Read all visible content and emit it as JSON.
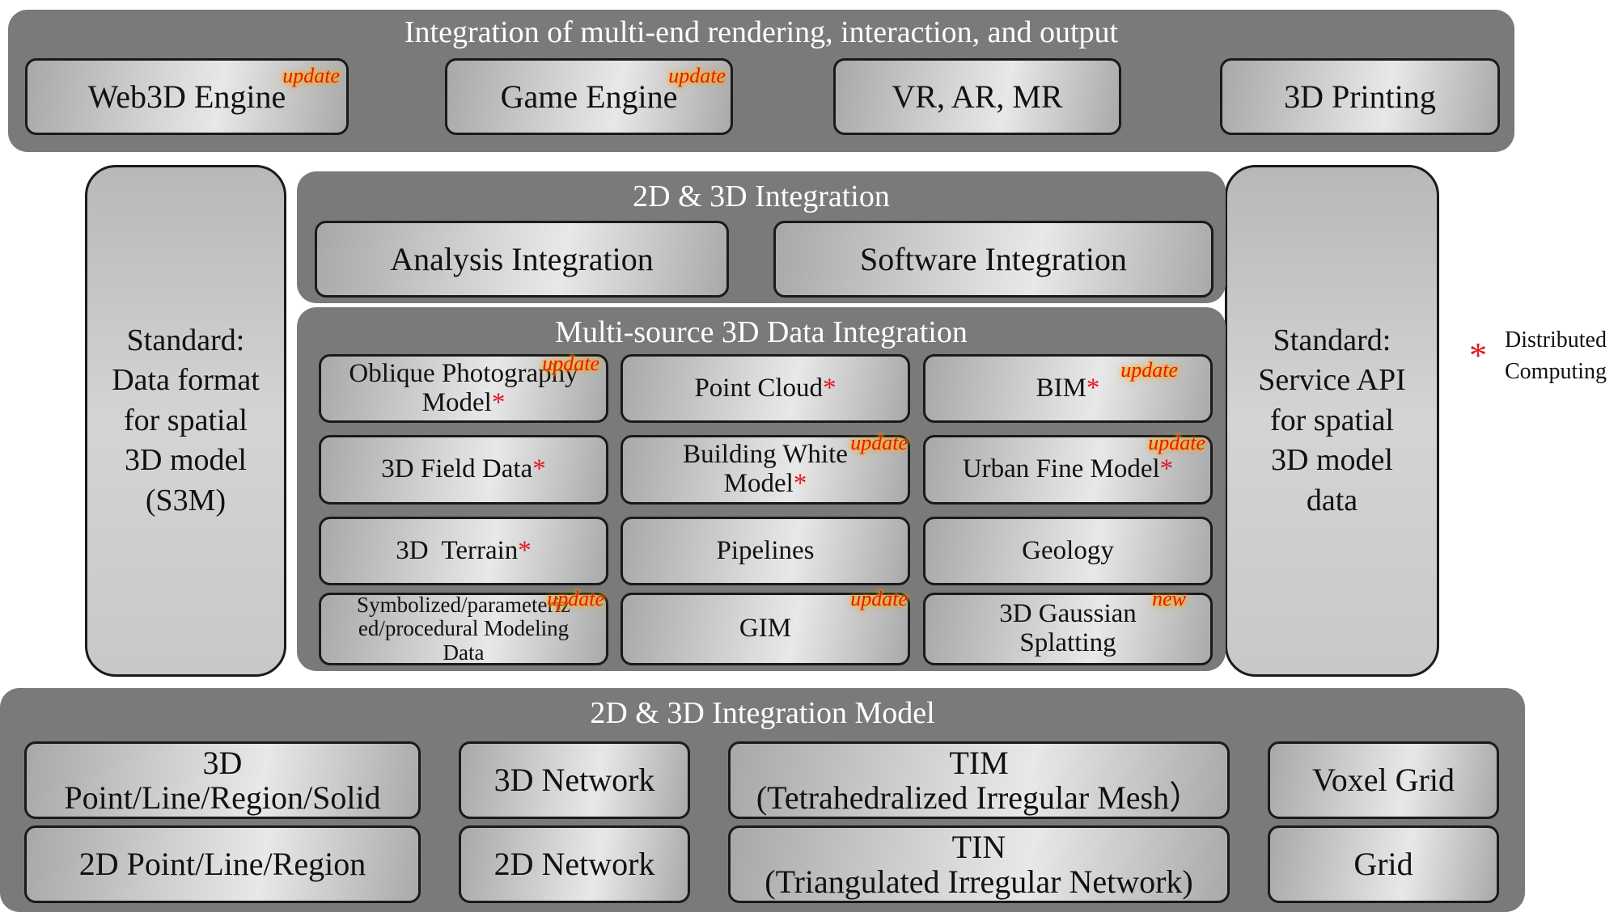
{
  "top": {
    "title": "Integration of multi-end rendering, interaction, and output",
    "boxes": [
      {
        "label": "Web3D Engine",
        "tag": "update"
      },
      {
        "label": "Game Engine",
        "tag": "update"
      },
      {
        "label": "VR, AR, MR"
      },
      {
        "label": "3D Printing"
      }
    ]
  },
  "left_pillar": {
    "label": "Standard:\nData format\nfor spatial\n3D model\n(S3M)"
  },
  "right_pillar": {
    "label": "Standard:\nService API\nfor spatial\n3D model\ndata"
  },
  "integration_2d3d": {
    "title": "2D & 3D Integration",
    "boxes": [
      {
        "label": "Analysis Integration"
      },
      {
        "label": "Software Integration"
      }
    ]
  },
  "multisource": {
    "title": "Multi-source 3D Data Integration",
    "cells": [
      {
        "label": "Oblique Photography\nModel",
        "star": "*",
        "tag": "update"
      },
      {
        "label": "Point Cloud",
        "star": "*"
      },
      {
        "label": "BIM",
        "star": "*",
        "tag": "update"
      },
      {
        "label": "3D Field Data",
        "star": "*"
      },
      {
        "label": "Building White\nModel",
        "star": "*",
        "tag": "update"
      },
      {
        "label": "Urban Fine Model",
        "star": "*",
        "tag": "update"
      },
      {
        "label": "3D  Terrain",
        "star": "*"
      },
      {
        "label": "Pipelines"
      },
      {
        "label": "Geology"
      },
      {
        "label": "Symbolized/parameteriz\ned/procedural Modeling\nData",
        "tag": "update"
      },
      {
        "label": "GIM",
        "tag": "update"
      },
      {
        "label": "3D Gaussian\nSplatting",
        "tag": "new"
      }
    ]
  },
  "model": {
    "title": "2D & 3D Integration Model",
    "boxes": [
      {
        "label": "3D\nPoint/Line/Region/Solid"
      },
      {
        "label": "3D Network"
      },
      {
        "label": "TIM\n(Tetrahedralized Irregular Mesh）"
      },
      {
        "label": "Voxel Grid"
      },
      {
        "label": "2D Point/Line/Region"
      },
      {
        "label": "2D Network"
      },
      {
        "label": "TIN\n(Triangulated Irregular Network)"
      },
      {
        "label": "Grid"
      }
    ]
  },
  "legend": {
    "star": "*",
    "text": "Distributed\nComputing"
  },
  "colors": {
    "panel": "#7a7a7a",
    "star": "#e3161e",
    "tag_glow": "#ff9c00"
  }
}
